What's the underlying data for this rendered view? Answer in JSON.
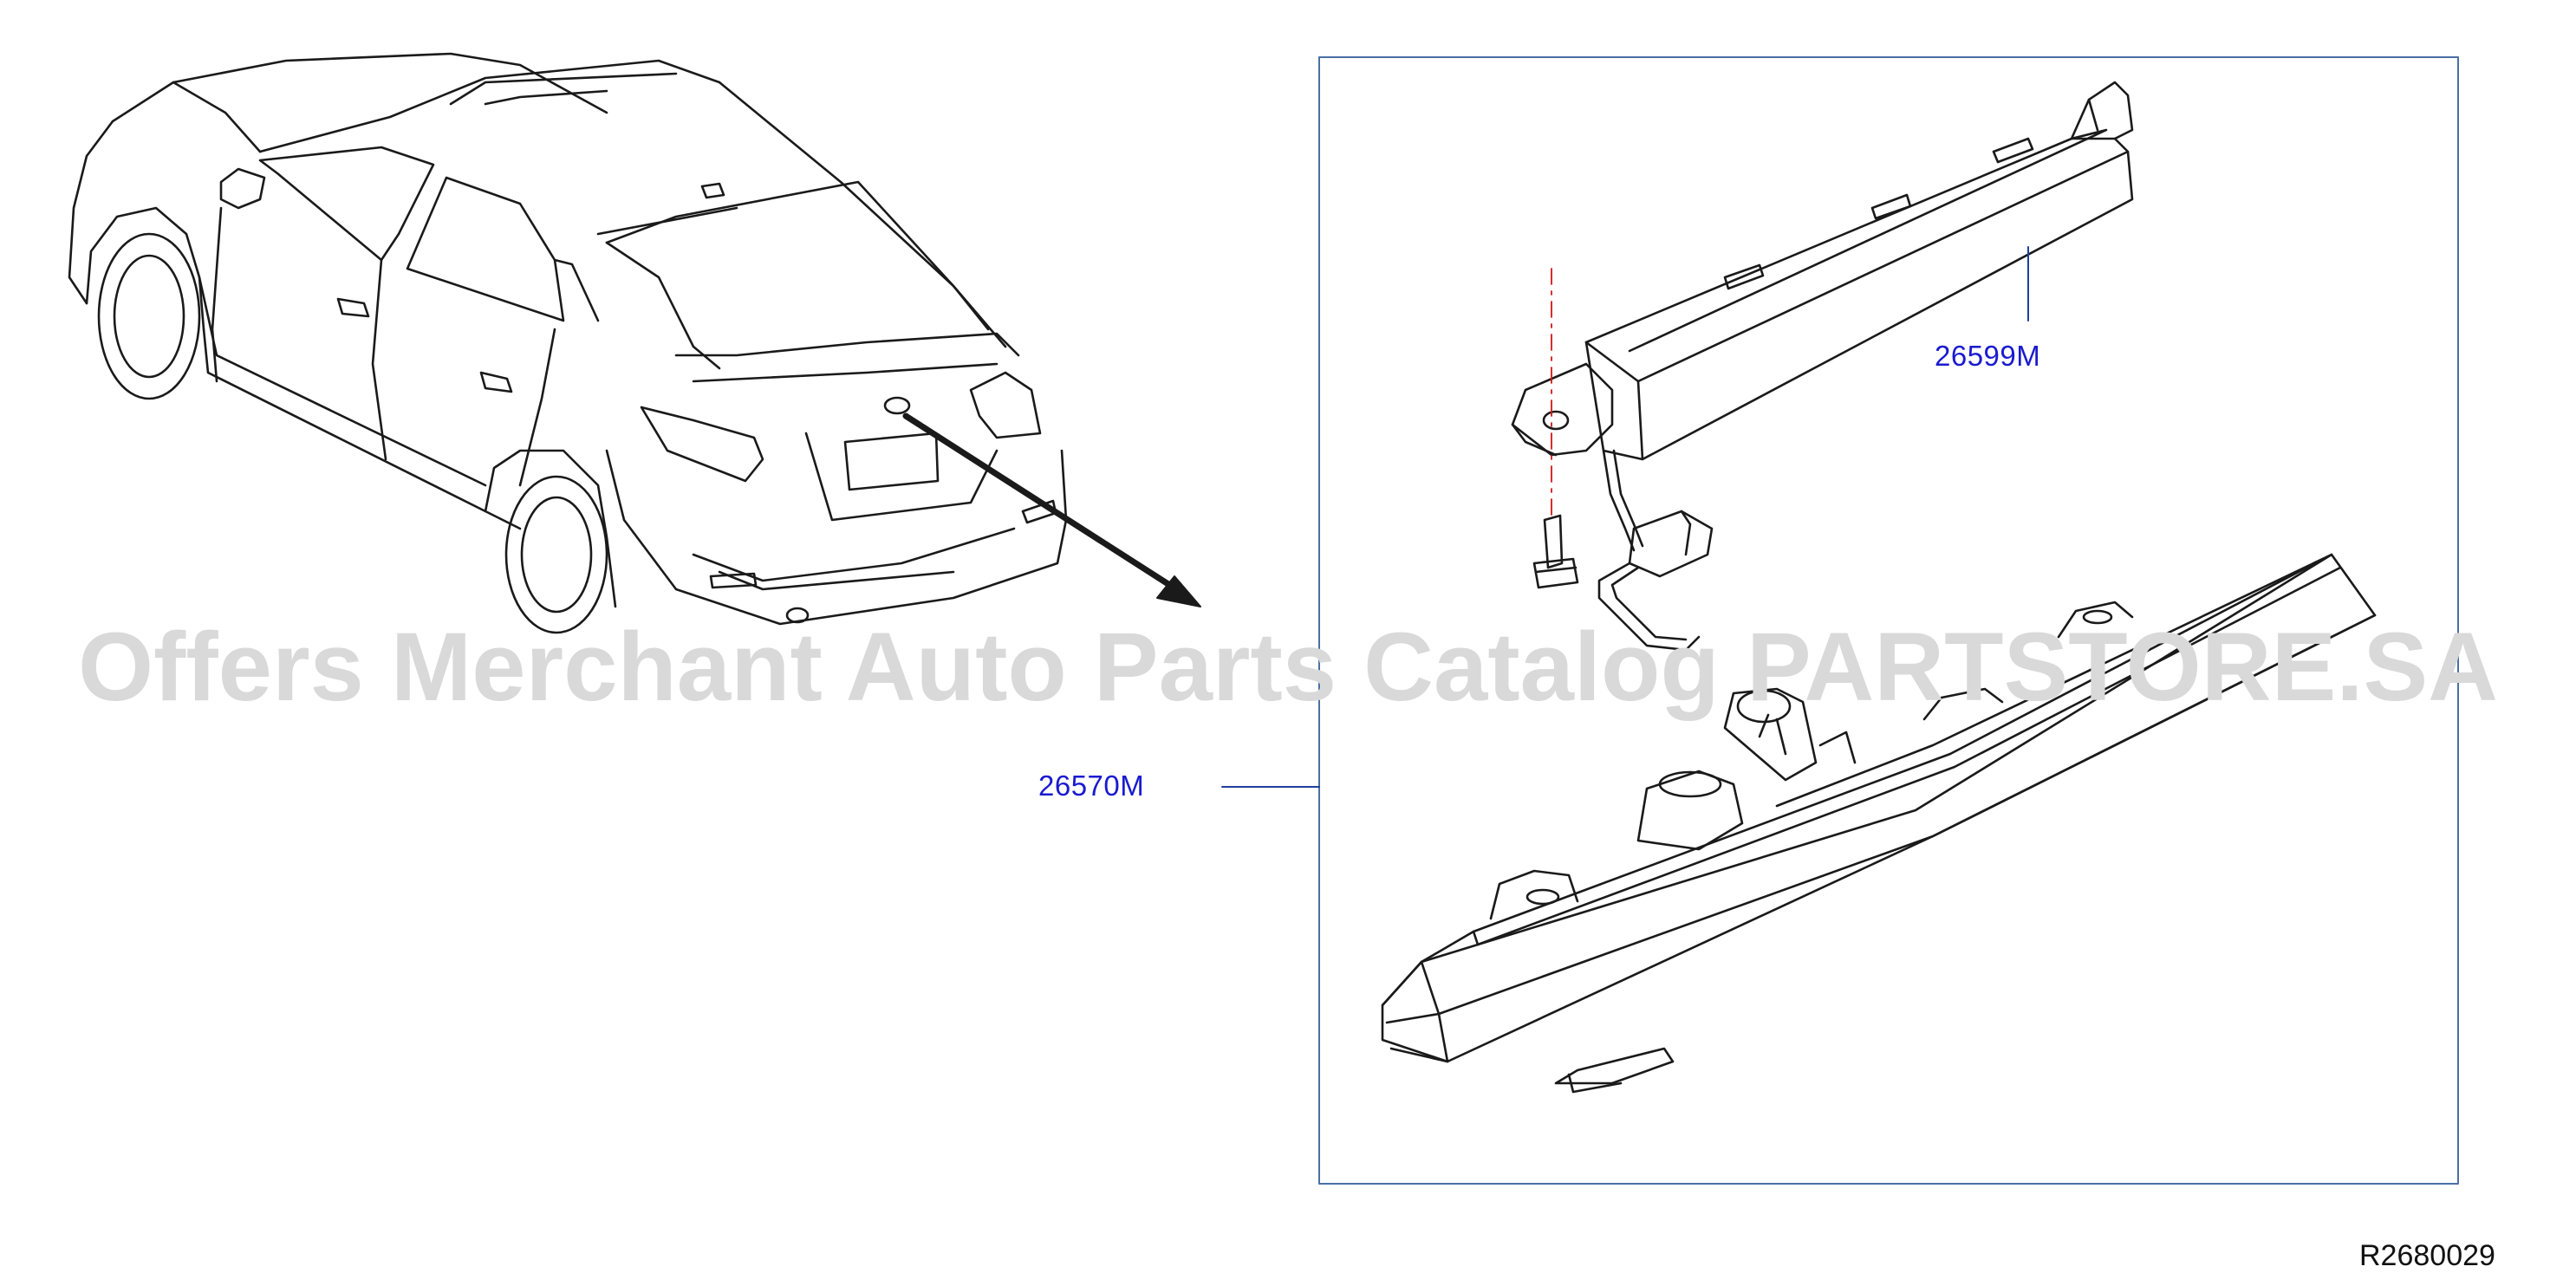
{
  "watermark": "Offers Merchant Auto Parts Catalog PARTSTORE.SA",
  "callouts": {
    "upper_part": "26599M",
    "lower_part": "26570M"
  },
  "diagram_code": "R2680029",
  "colors": {
    "line": "#1a1a1a",
    "callout_text": "#1a1ad0",
    "frame": "#4a6fa5",
    "leader": "#1f3f9f",
    "center_line": "#d01818",
    "watermark": "#d9d9d9"
  }
}
